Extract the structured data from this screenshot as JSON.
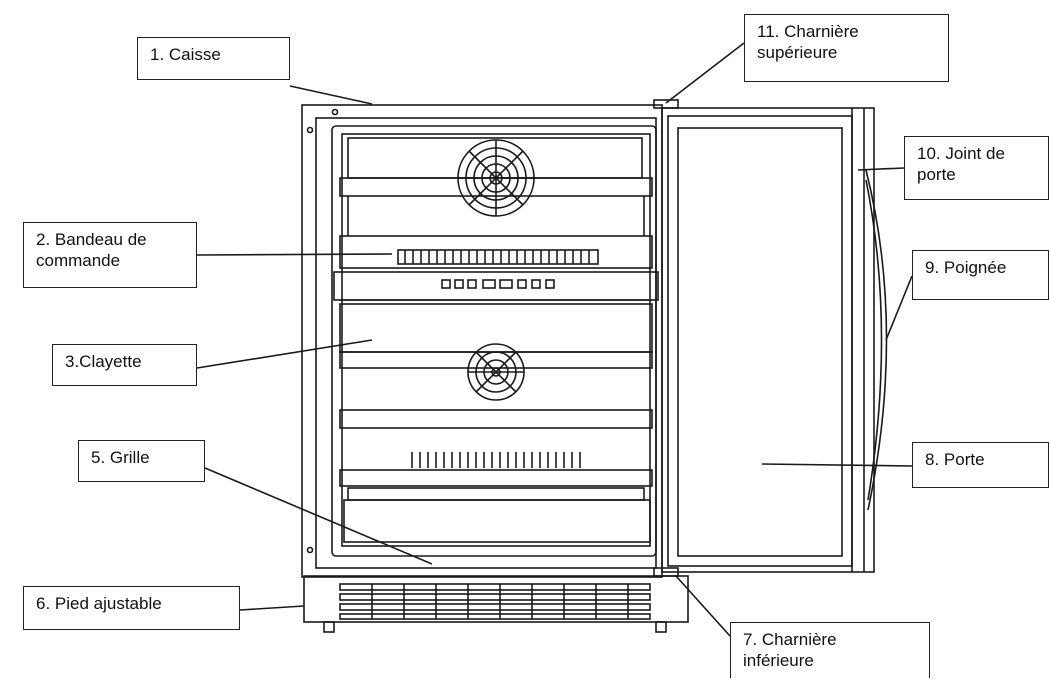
{
  "labels": {
    "caisse": "1.   Caisse",
    "bandeau": "2. Bandeau de\ncommande",
    "clayette": "3.Clayette",
    "grille": "5. Grille",
    "pied": "6. Pied ajustable",
    "charniere_inf": "7. Charnière\ninférieure",
    "porte": "8. Porte",
    "poignee": "9. Poignée",
    "joint": "10. Joint de\nporte",
    "charniere_sup": "11. Charnière\nsupérieure"
  },
  "colors": {
    "line": "#1a1a1a",
    "background": "#ffffff"
  }
}
